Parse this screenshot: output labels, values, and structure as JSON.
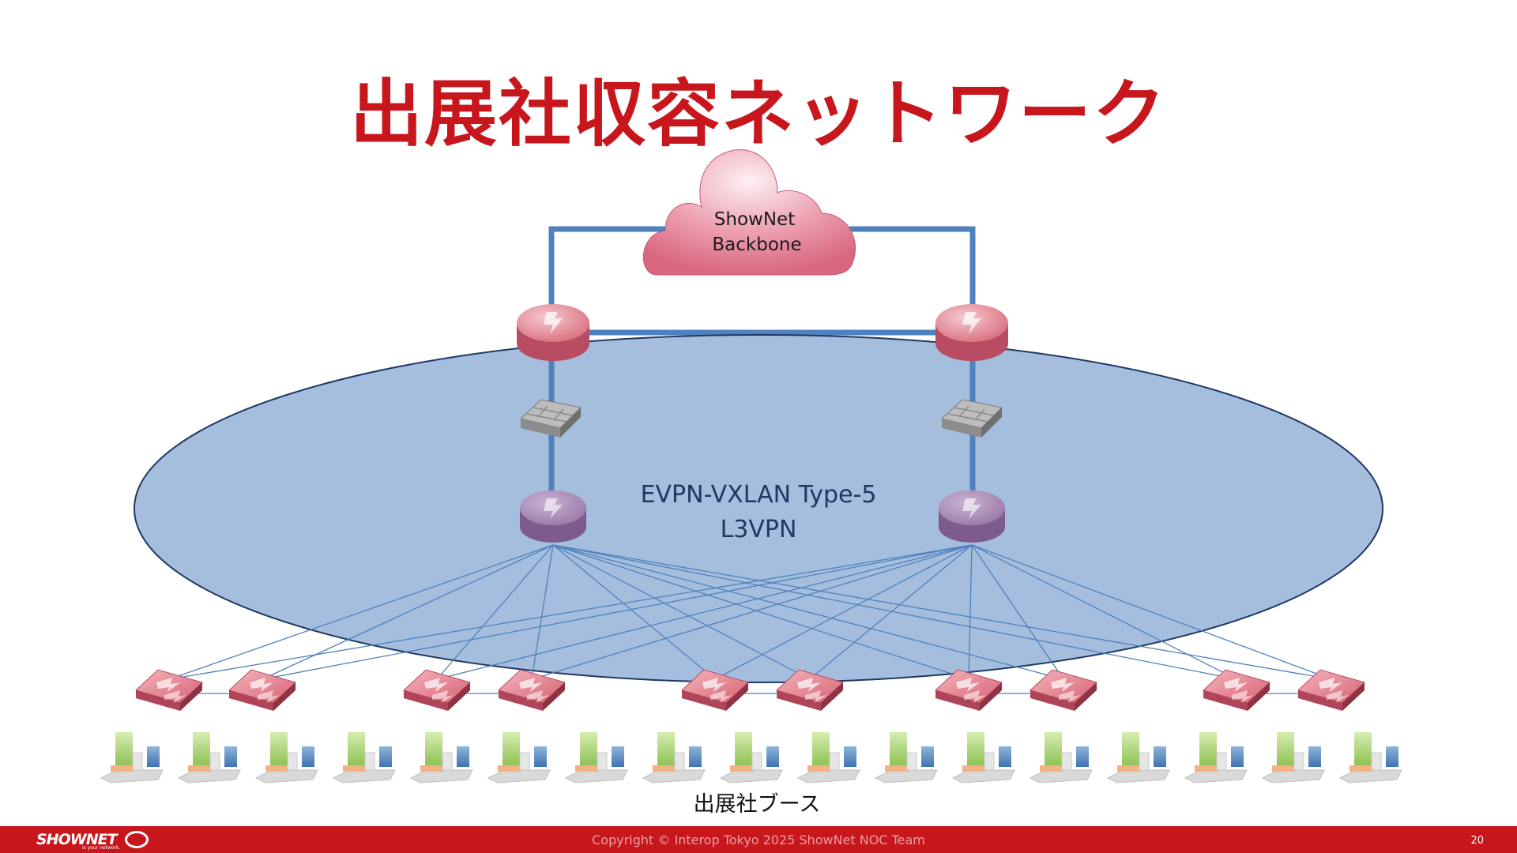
{
  "title": "出展社収容ネットワーク",
  "cloud": {
    "line1": "ShowNet",
    "line2": "Backbone"
  },
  "overlay": {
    "line1": "EVPN-VXLAN Type-5",
    "line2": "L3VPN"
  },
  "booth_label": "出展社ブース",
  "footer": {
    "logo_main": "SHOWNET",
    "logo_sub": "is your network.",
    "copyright": "Copyright © Interop Tokyo 2025 ShowNet NOC Team",
    "page": "20"
  },
  "colors": {
    "accent_red": "#c8161d",
    "link_blue": "#4f81bd",
    "overlay_fill": "#95b3d7",
    "overlay_text": "#1f3864"
  },
  "icons": {
    "core_router": "router-icon",
    "firewall": "firewall-icon",
    "leaf_router": "router-icon",
    "access_switch": "switch-icon",
    "booth": "booth-icon"
  }
}
